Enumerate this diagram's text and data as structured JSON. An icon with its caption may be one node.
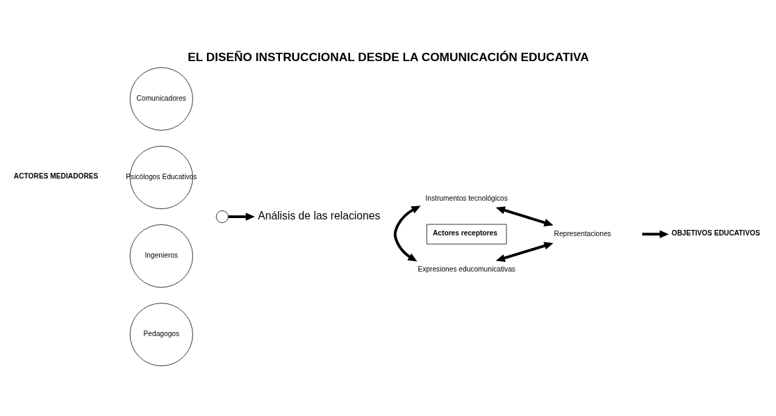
{
  "diagram": {
    "title": "EL DISEÑO INSTRUCCIONAL DESDE LA COMUNICACIÓN EDUCATIVA",
    "nodes": [
      {
        "text": [
          "Comunicadores"
        ]
      },
      {
        "text": [
          "Psicólogos Educativos"
        ]
      },
      {
        "text": [
          "Ingenieros"
        ]
      },
      {
        "text": [
          "Pedagogos"
        ]
      },
      {
        "text": [],
        "shape": "circle"
      },
      {
        "text": [
          "Análisis de las relaciones"
        ]
      },
      {
        "text": [
          "Instrumentos tecnológicos"
        ]
      },
      {
        "text": [
          "Expresiones educomunicativas"
        ]
      },
      {
        "text": [
          "Actores receptores"
        ]
      },
      {
        "text": [
          "Representaciones"
        ]
      },
      {
        "text": [
          "OBJETIVOS EDUCATIVOS"
        ]
      }
    ],
    "edges": [
      {
        "from": 4,
        "to": 5,
        "arrow": "to"
      },
      {
        "from": 6,
        "to": 7,
        "arrow": "both"
      },
      {
        "from": 6,
        "to": 9,
        "arrow": "both"
      },
      {
        "from": 7,
        "to": 9,
        "arrow": "both"
      },
      {
        "from": null,
        "to": 10,
        "arrow": "to"
      }
    ],
    "labels": [
      "ACTORES MEDIADORES"
    ]
  }
}
